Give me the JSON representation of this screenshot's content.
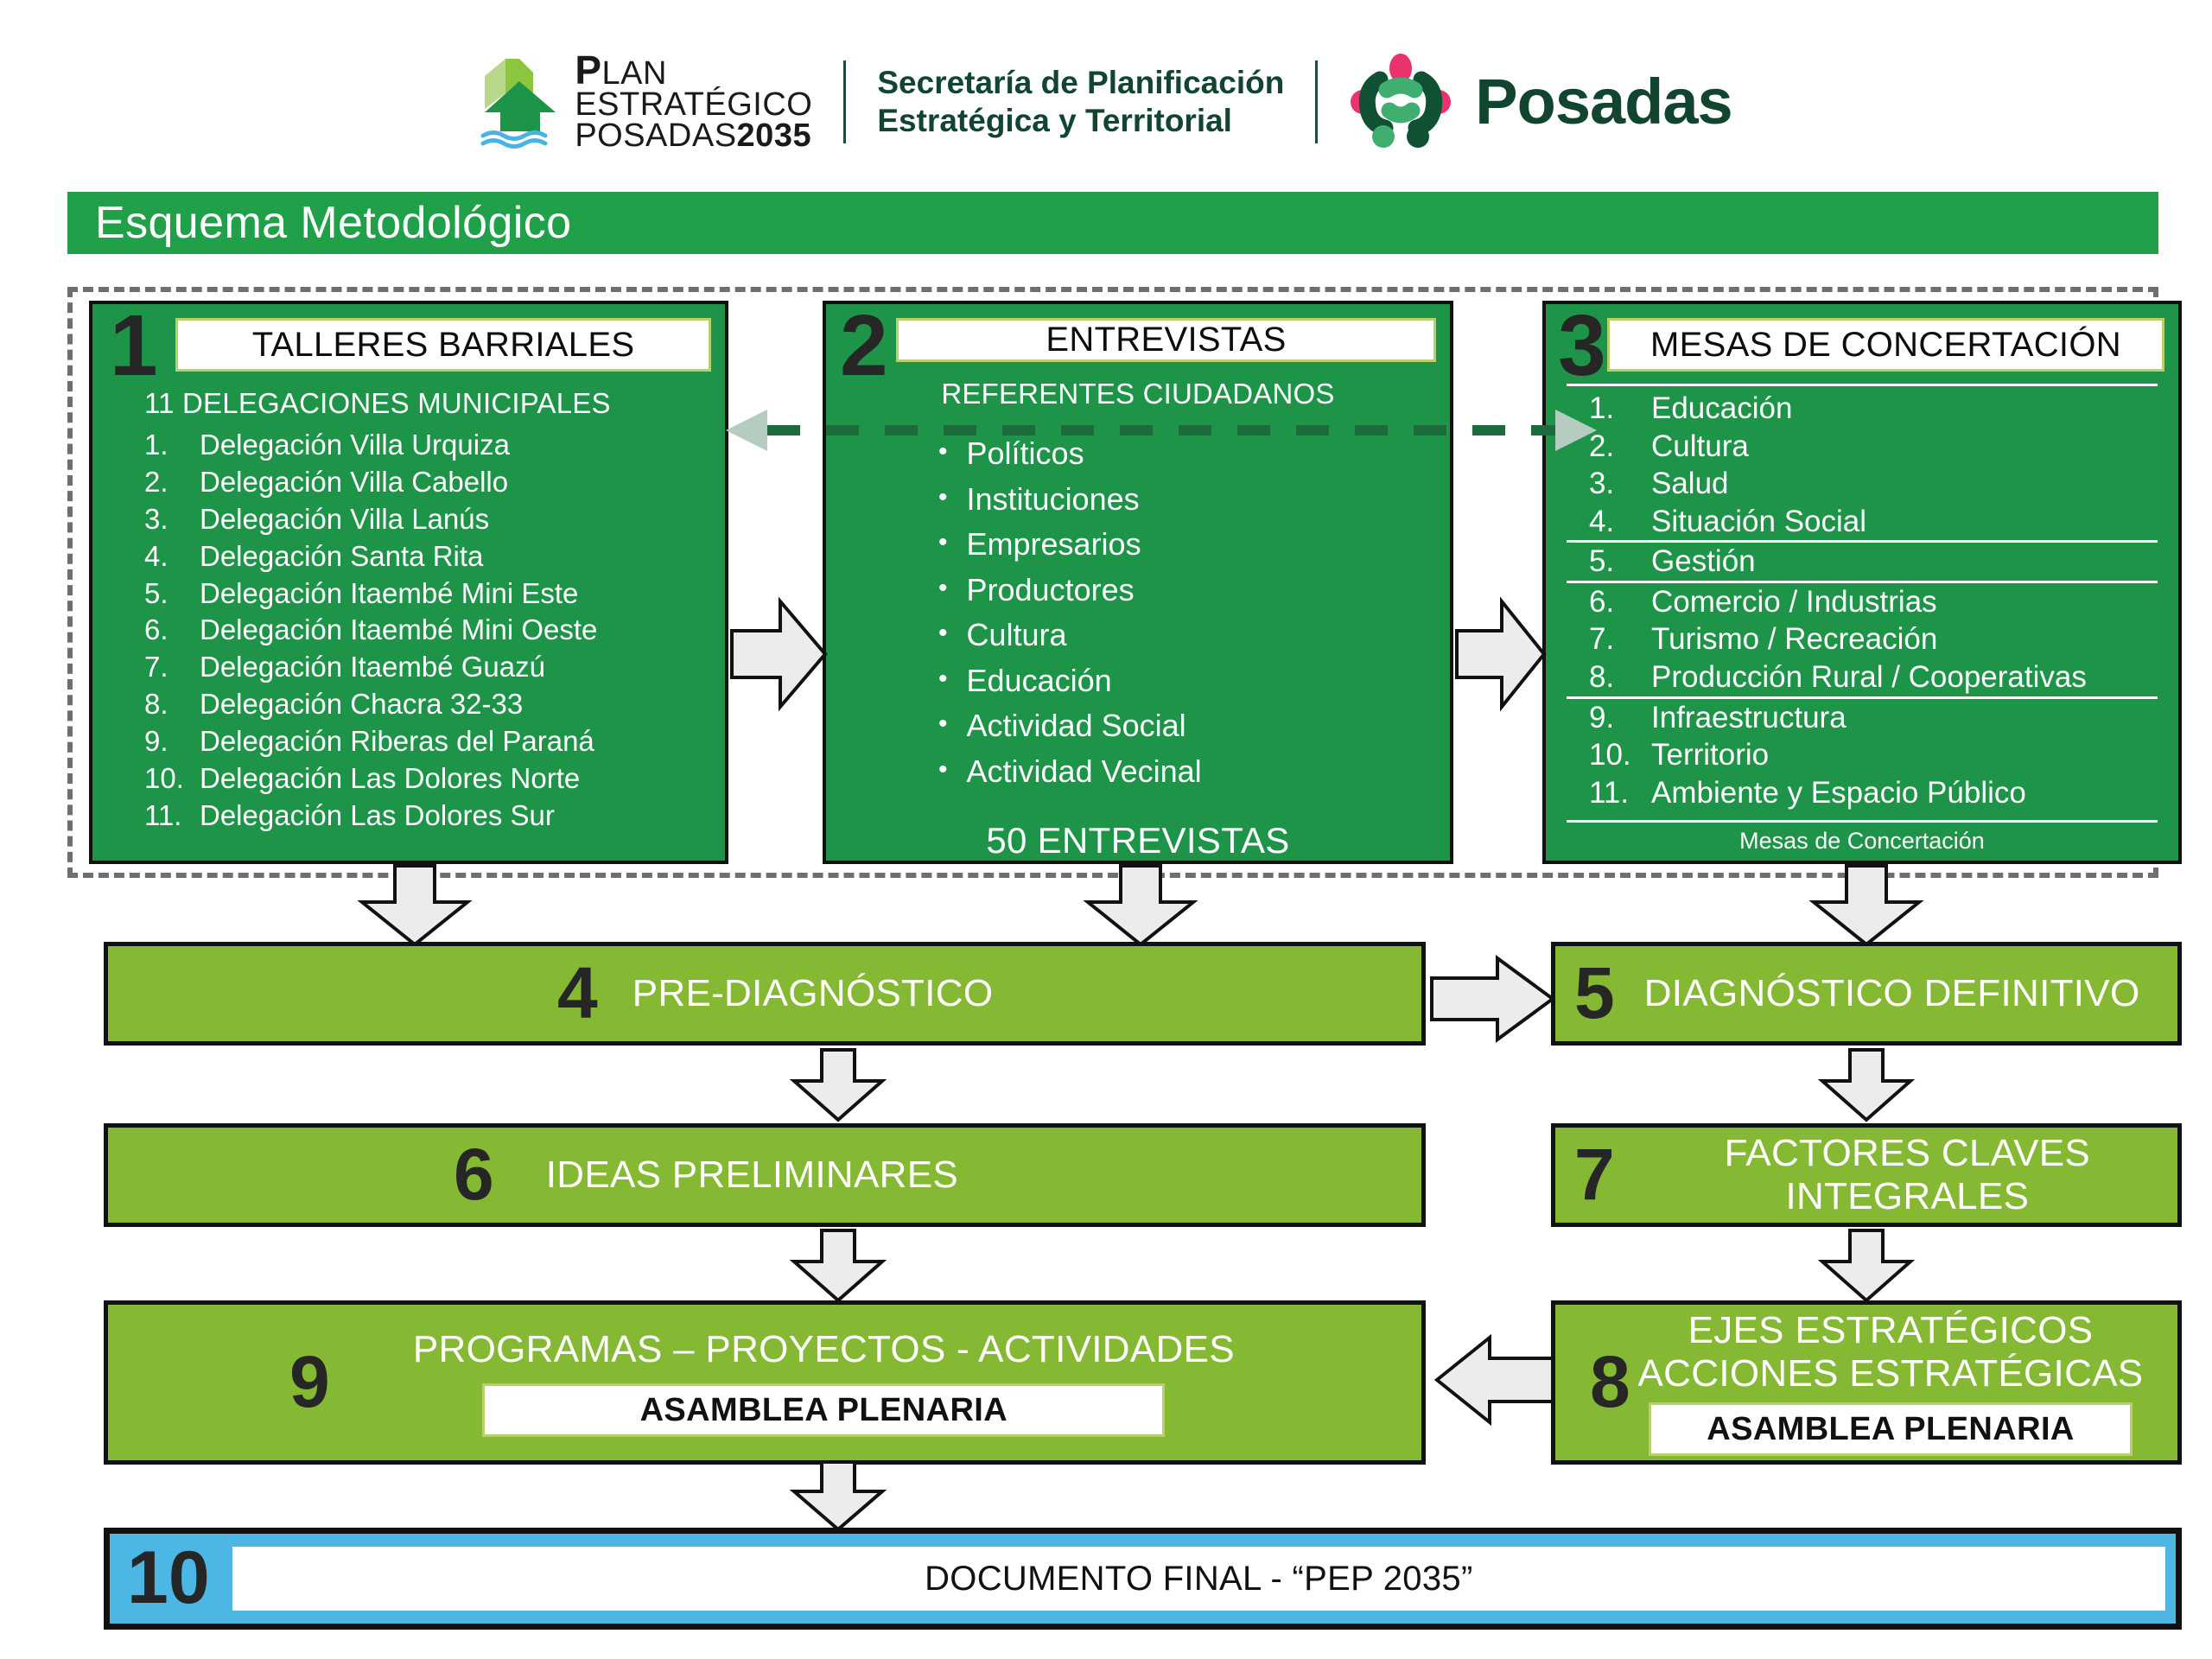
{
  "header": {
    "logo_plan": {
      "line1": "PLAN",
      "line2": "ESTRATÉGICO",
      "line3": "POSADAS2035"
    },
    "secretaria_line1": "Secretaría de Planificación",
    "secretaria_line2": "Estratégica y Territorial",
    "posadas_word": "Posadas"
  },
  "title": "Esquema Metodológico",
  "colors": {
    "title_green": "#21a04a",
    "box_green": "#1e9448",
    "bar_green": "#85b833",
    "final_blue": "#4cb6e5",
    "number_dark": "#262626",
    "dashed_gray": "#6f6f6f",
    "arrow_fill": "#ececec",
    "head_border": "#b9cf6a"
  },
  "boxes": {
    "box1": {
      "number": "1",
      "heading": "TALLERES BARRIALES",
      "subheading": "11 DELEGACIONES MUNICIPALES",
      "items": [
        {
          "n": "1.",
          "label": "Delegación Villa Urquiza"
        },
        {
          "n": "2.",
          "label": "Delegación Villa Cabello"
        },
        {
          "n": "3.",
          "label": "Delegación Villa Lanús"
        },
        {
          "n": "4.",
          "label": "Delegación Santa Rita"
        },
        {
          "n": "5.",
          "label": "Delegación Itaembé Mini Este"
        },
        {
          "n": "6.",
          "label": "Delegación Itaembé Mini Oeste"
        },
        {
          "n": "7.",
          "label": "Delegación Itaembé Guazú"
        },
        {
          "n": "8.",
          "label": "Delegación Chacra 32-33"
        },
        {
          "n": "9.",
          "label": "Delegación Riberas del Paraná"
        },
        {
          "n": "10.",
          "label": "Delegación Las Dolores Norte"
        },
        {
          "n": "11.",
          "label": "Delegación Las Dolores Sur"
        }
      ]
    },
    "box2": {
      "number": "2",
      "heading": "ENTREVISTAS",
      "subheading": "REFERENTES CIUDADANOS",
      "items": [
        "Políticos",
        "Instituciones",
        "Empresarios",
        "Productores",
        "Cultura",
        "Educación",
        "Actividad Social",
        "Actividad Vecinal"
      ],
      "total": "50 ENTREVISTAS"
    },
    "box3": {
      "number": "3",
      "heading": "MESAS DE CONCERTACIÓN",
      "footer": "Mesas de Concertación",
      "items": [
        {
          "n": "1.",
          "label": "Educación"
        },
        {
          "n": "2.",
          "label": "Cultura"
        },
        {
          "n": "3.",
          "label": "Salud"
        },
        {
          "n": "4.",
          "label": "Situación Social"
        },
        {
          "n": "5.",
          "label": "Gestión"
        },
        {
          "n": "6.",
          "label": "Comercio / Industrias"
        },
        {
          "n": "7.",
          "label": "Turismo / Recreación"
        },
        {
          "n": "8.",
          "label": "Producción Rural / Cooperativas"
        },
        {
          "n": "9.",
          "label": "Infraestructura"
        },
        {
          "n": "10.",
          "label": "Territorio"
        },
        {
          "n": "11.",
          "label": "Ambiente y Espacio Público"
        }
      ]
    },
    "box4": {
      "number": "4",
      "label": "PRE-DIAGNÓSTICO"
    },
    "box5": {
      "number": "5",
      "label": "DIAGNÓSTICO DEFINITIVO"
    },
    "box6": {
      "number": "6",
      "label": "IDEAS PRELIMINARES"
    },
    "box7": {
      "number": "7",
      "label_line1": "FACTORES CLAVES",
      "label_line2": "INTEGRALES"
    },
    "box8": {
      "number": "8",
      "label_line1": "EJES ESTRATÉGICOS",
      "label_line2": "ACCIONES ESTRATÉGICAS",
      "plenary": "ASAMBLEA PLENARIA"
    },
    "box9": {
      "number": "9",
      "label": "PROGRAMAS – PROYECTOS - ACTIVIDADES",
      "plenary": "ASAMBLEA PLENARIA"
    },
    "box10": {
      "number": "10",
      "label": "DOCUMENTO FINAL  -  “PEP 2035”"
    }
  }
}
